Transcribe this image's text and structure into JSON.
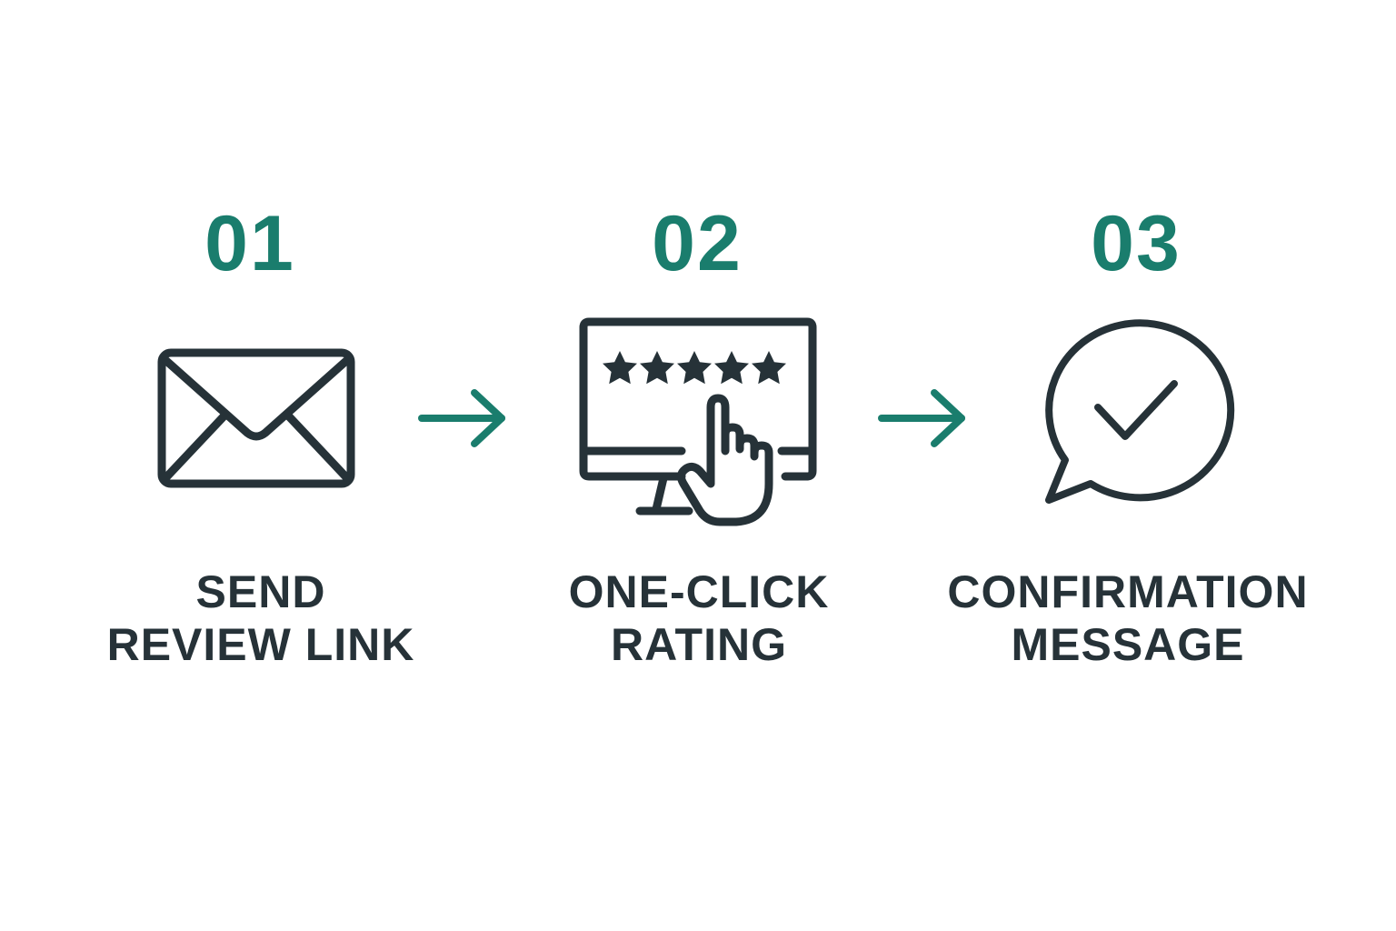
{
  "colors": {
    "accent": "#1a7d6d",
    "ink": "#263238",
    "background": "#ffffff"
  },
  "steps": [
    {
      "number": "01",
      "icon": "envelope-icon",
      "label_line1": "SEND",
      "label_line2": "REVIEW LINK"
    },
    {
      "number": "02",
      "icon": "monitor-star-rating-click-icon",
      "label_line1": "ONE-CLICK",
      "label_line2": "RATING"
    },
    {
      "number": "03",
      "icon": "speech-bubble-check-icon",
      "label_line1": "CONFIRMATION",
      "label_line2": "MESSAGE"
    }
  ],
  "arrows": [
    {
      "icon": "arrow-right-icon"
    },
    {
      "icon": "arrow-right-icon"
    }
  ]
}
